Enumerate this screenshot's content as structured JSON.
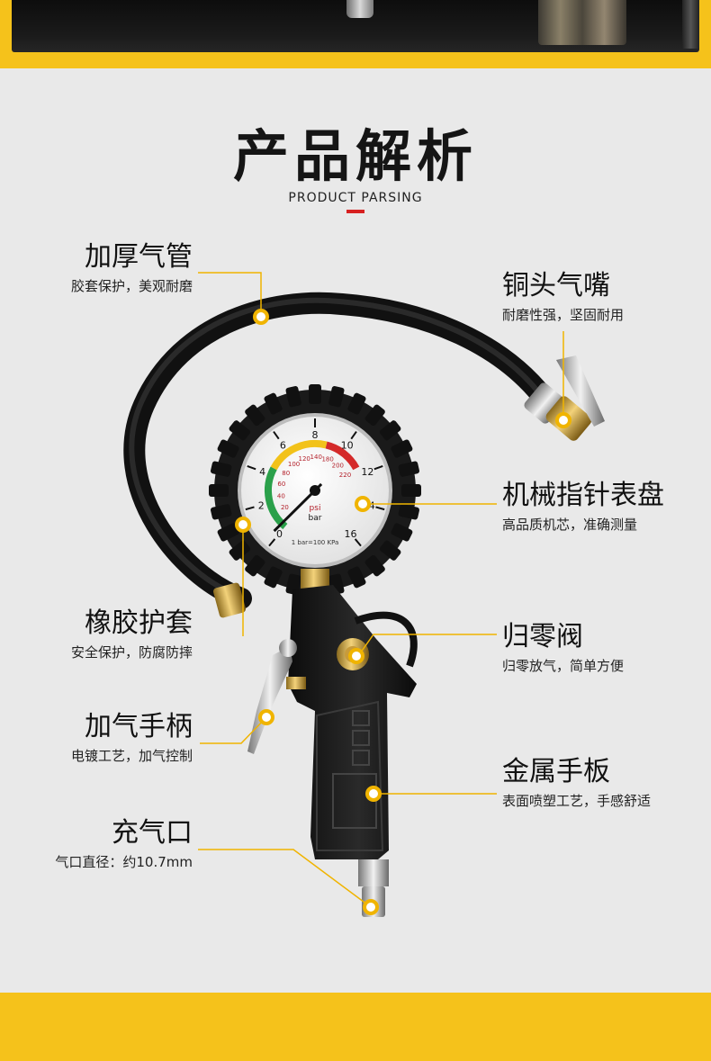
{
  "header": {
    "title": "产品解析",
    "subtitle": "PRODUCT PARSING"
  },
  "colors": {
    "accent": "#f5c21b",
    "title_line": "#d72020",
    "leader": "#f0b400"
  },
  "gauge": {
    "bar_ticks": [
      "0",
      "2",
      "4",
      "6",
      "8",
      "10",
      "12",
      "14",
      "16"
    ],
    "psi_ticks": [
      "20",
      "40",
      "60",
      "80",
      "100",
      "120",
      "140",
      "180",
      "200",
      "220"
    ],
    "unit_psi": "psi",
    "unit_bar": "bar",
    "footnote": "1 bar=100 KPa"
  },
  "features": [
    {
      "name": "加厚气管",
      "desc": "胶套保护，美观耐磨"
    },
    {
      "name": "铜头气嘴",
      "desc": "耐磨性强，坚固耐用"
    },
    {
      "name": "机械指针表盘",
      "desc": "高品质机芯，准确测量"
    },
    {
      "name": "橡胶护套",
      "desc": "安全保护，防腐防摔"
    },
    {
      "name": "归零阀",
      "desc": "归零放气，简单方便"
    },
    {
      "name": "加气手柄",
      "desc": "电镀工艺，加气控制"
    },
    {
      "name": "金属手板",
      "desc": "表面喷塑工艺，手感舒适"
    },
    {
      "name": "充气口",
      "desc": "气口直径：约10.7mm"
    }
  ]
}
